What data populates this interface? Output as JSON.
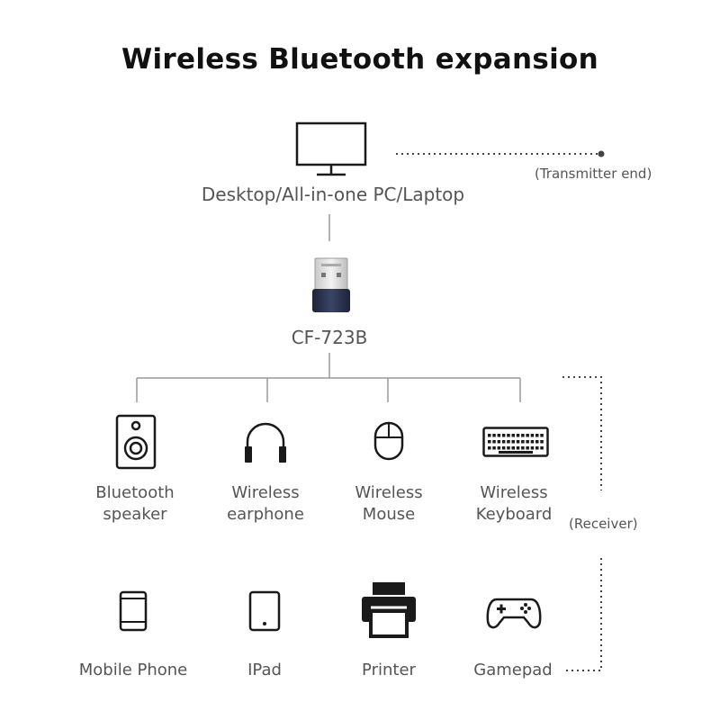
{
  "title": "Wireless Bluetooth expansion",
  "transmitter": {
    "device_label": "Desktop/All-in-one PC/Laptop",
    "side_label": "(Transmitter end)",
    "icon": "monitor-icon"
  },
  "adapter": {
    "label": "CF-723B",
    "icon": "usb-adapter-icon",
    "body_color": "#2a3350"
  },
  "receiver": {
    "side_label": "(Receiver)",
    "row1": [
      {
        "line1": "Bluetooth",
        "line2": "speaker",
        "icon": "speaker-icon"
      },
      {
        "line1": "Wireless",
        "line2": "earphone",
        "icon": "headphones-icon"
      },
      {
        "line1": "Wireless",
        "line2": "Mouse",
        "icon": "mouse-icon"
      },
      {
        "line1": "Wireless",
        "line2": "Keyboard",
        "icon": "keyboard-icon"
      }
    ],
    "row2": [
      {
        "label": "Mobile Phone",
        "icon": "mobile-phone-icon"
      },
      {
        "label": "IPad",
        "icon": "tablet-icon"
      },
      {
        "label": "Printer",
        "icon": "printer-icon"
      },
      {
        "label": "Gamepad",
        "icon": "gamepad-icon"
      }
    ]
  },
  "colors": {
    "line": "#999999",
    "icon_stroke": "#1a1a1a",
    "text": "#555555"
  }
}
